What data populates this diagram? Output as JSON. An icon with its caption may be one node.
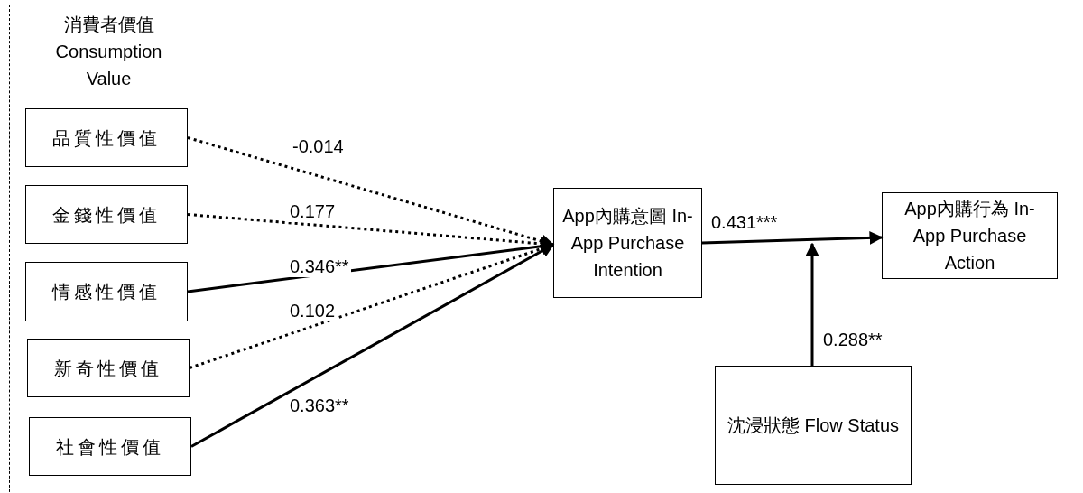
{
  "diagram": {
    "nodes": [
      {
        "text": [
          "消費者價值 Consumption Value"
        ]
      },
      {
        "text": [
          "品質性價值"
        ],
        "in": 0
      },
      {
        "text": [
          "金錢性價值"
        ],
        "in": 0
      },
      {
        "text": [
          "情感性價值"
        ],
        "in": 0
      },
      {
        "text": [
          "新奇性價值"
        ],
        "in": 0
      },
      {
        "text": [
          "社會性價值"
        ],
        "in": 0
      },
      {
        "text": [
          "App內購意圖 In-App Purchase Intention"
        ]
      },
      {
        "text": [
          "App內購行為 In-App Purchase Action"
        ]
      },
      {
        "text": [
          "沈浸狀態 Flow Status"
        ]
      }
    ],
    "edges": [
      {
        "from": 1,
        "to": 6,
        "arrow": "to",
        "label": "-0.014",
        "style": "dashed"
      },
      {
        "from": 2,
        "to": 6,
        "arrow": "to",
        "label": "0.177",
        "style": "dashed"
      },
      {
        "from": 3,
        "to": 6,
        "arrow": "to",
        "label": "0.346**"
      },
      {
        "from": 4,
        "to": 6,
        "arrow": "to",
        "label": "0.102",
        "style": "dashed"
      },
      {
        "from": 5,
        "to": 6,
        "arrow": "to",
        "label": "0.363**"
      },
      {
        "from": 6,
        "to": 7,
        "arrow": "to",
        "label": "0.431***"
      },
      {
        "from": 8,
        "to": null,
        "arrow": "to",
        "label": "0.288**"
      }
    ]
  }
}
